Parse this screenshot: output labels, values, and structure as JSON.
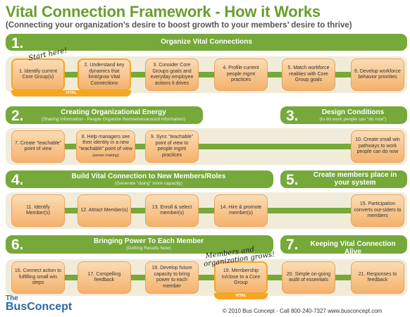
{
  "header": {
    "title": "Vital Connection Framework - How it Works",
    "subtitle": "(Connecting your organization’s desire to boost growth to your members’ desire to thrive)"
  },
  "sections": [
    {
      "num": "1.",
      "title": "Organize Vital Connections",
      "sub": ""
    },
    {
      "num": "2.",
      "title": "Creating Organizational Energy",
      "sub": "(Sharing Information - People Organize themselvesaround information)"
    },
    {
      "num": "3.",
      "title": "Design Conditions",
      "sub": "(to do work people can “do now”)"
    },
    {
      "num": "4.",
      "title": "Build Vital Connection to New Members/Roles",
      "sub": "(Generate “doing” more capacity)"
    },
    {
      "num": "5.",
      "title": "Create members place in your system",
      "sub": ""
    },
    {
      "num": "6.",
      "title": "Bringing Power To Each Member",
      "sub": "(Getting Results Now)"
    },
    {
      "num": "7.",
      "title": "Keeping Vital Connection Alive",
      "sub": ""
    }
  ],
  "steps": [
    "1. Identify current Core Group(s)",
    "2. Understand key dynamics that limit/grow Vital Connections",
    "3. Consider Core Groups goals and everyday employee actions it drives",
    "4. Profile current people mgmt practices",
    "5. Match workforce realities with Core Group goals",
    "6. Develop workforce behavior priorities",
    "7. Create “teachable” point of view",
    "8. Help managers see their identity in a new “teachable” point of view",
    "9. Sync “teachable” point of view to people mgmt practices",
    "10. Create small win pathways to work people can do now",
    "11. Identify Member(s)",
    "12. Attract Member(s)",
    "13. Enroll & select member(s)",
    "14. Hire & promote member(s)",
    "15. Participation converts out-siders to members",
    "16. Connect action to fulfilling small win steps",
    "17. Compelling feedback",
    "18. Develop future capacity to bring power to each member",
    "19. Membership in/close to a Core Group",
    "20. Simple on-going audit of essentials",
    "21. Responses to feedback"
  ],
  "step8_note": "(sense making)",
  "vital_labels": [
    "VITAL",
    "VITAL"
  ],
  "annotations": {
    "start": "Start here!",
    "members_line1": "Members and",
    "members_line2": "organization grows!"
  },
  "footer": {
    "logo_the": "The",
    "logo_name": "BusConcept",
    "copyright": "© 2010 Bus Concept - Call 800-240-7327 www.busconcept.com"
  },
  "colors": {
    "green": "#76a83a",
    "title_green": "#6a9e2e",
    "box_fill": "#f4b26c",
    "strip": "#f1ecd9",
    "highlight": "#f5a623"
  }
}
